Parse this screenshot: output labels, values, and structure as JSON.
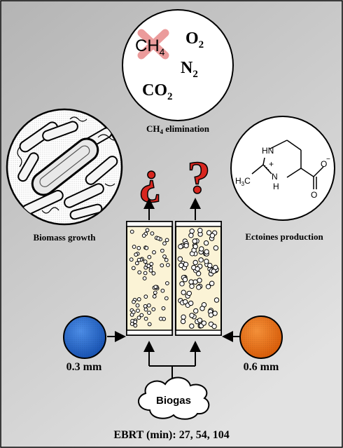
{
  "gases": {
    "ch4": "CH",
    "ch4_sub": "4",
    "o2": "O",
    "o2_sub": "2",
    "n2": "N",
    "n2_sub": "2",
    "co2": "CO",
    "co2_sub": "2"
  },
  "labels": {
    "ch4_elimination_main": "CH",
    "ch4_elimination_sub": "4",
    "ch4_elimination_rest": " elimination",
    "biomass_growth": "Biomass growth",
    "ectoines_production": "Ectoines production",
    "size_left": "0.3 mm",
    "size_right": "0.6 mm",
    "biogas": "Biogas",
    "ebrt": "EBRT (min): 27, 54, 104"
  },
  "symbols": {
    "inverted_question": "¿",
    "question": "?"
  },
  "molecule": {
    "hn": "HN",
    "nh": "N",
    "h": "H",
    "plus": "+",
    "ch3": "H",
    "ch3_sub": "3",
    "ch3_c": "C",
    "o_top": "O",
    "o_minus": "−",
    "o_bottom": "O"
  },
  "colors": {
    "background_top": "#b9b9b9",
    "background_bottom": "#dcdcdc",
    "packing_fill": "#fbf3d6",
    "question_red": "#d8261f",
    "ch4_cross": "#e88a8a",
    "sphere_blue": "#1f63c8",
    "sphere_orange": "#ec6a10"
  }
}
